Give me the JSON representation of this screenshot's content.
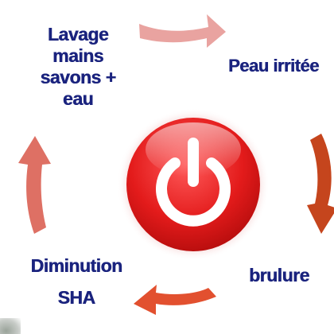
{
  "diagram": {
    "center": {
      "icon": "power-icon",
      "color": "#e02020"
    },
    "steps": [
      {
        "label": "Lavage\nmains\nsavons +\neau"
      },
      {
        "label": "Peau irritée"
      },
      {
        "label": "brulure"
      },
      {
        "label": "Diminution\nSHA"
      }
    ],
    "arrows": [
      {
        "icon": "arrow-right-icon",
        "color": "#e9a3a0"
      },
      {
        "icon": "arrow-down-icon",
        "color": "#c5451d"
      },
      {
        "icon": "arrow-left-icon",
        "color": "#e2502f"
      },
      {
        "icon": "arrow-up-icon",
        "color": "#de7064"
      }
    ]
  }
}
